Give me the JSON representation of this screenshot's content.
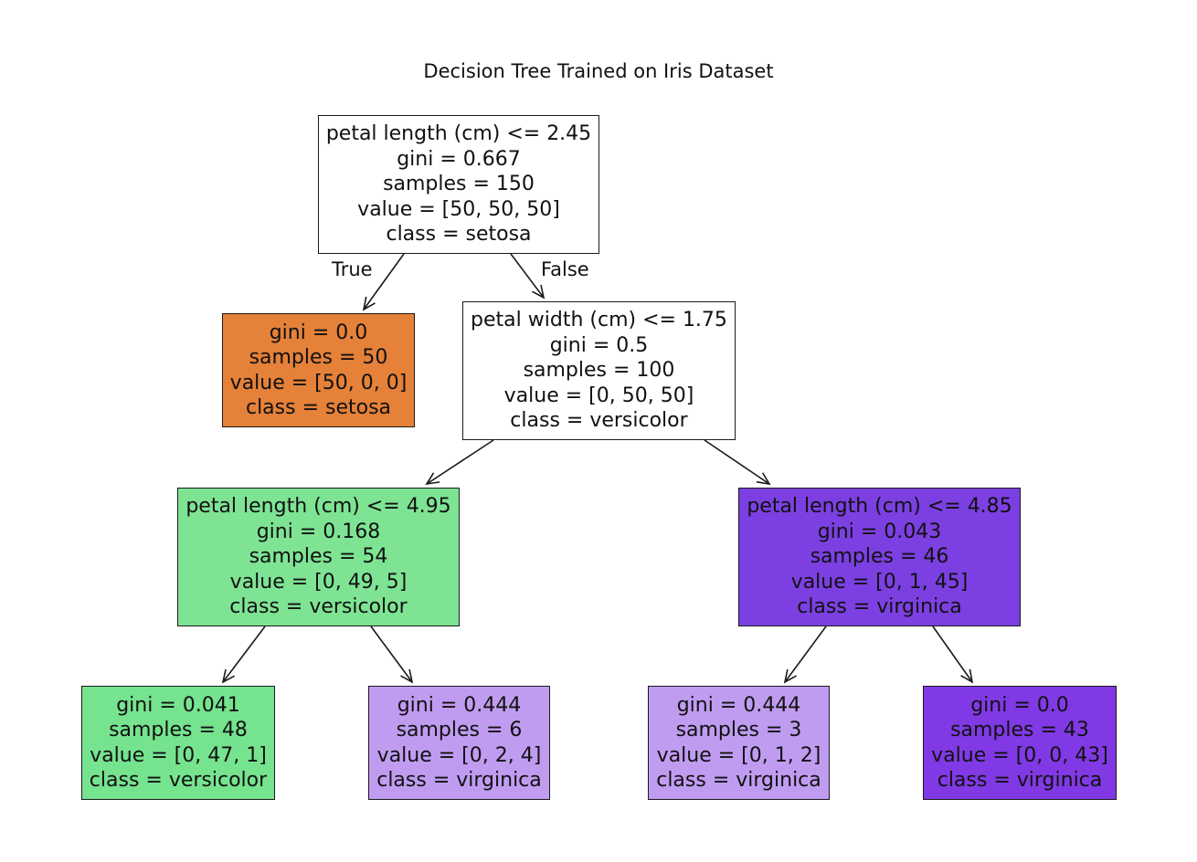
{
  "title": "Decision Tree Trained on Iris Dataset",
  "edge_labels": {
    "true": "True",
    "false": "False"
  },
  "nodes": [
    {
      "split": "petal length (cm) <= 2.45",
      "gini": "gini = 0.667",
      "samples": "samples = 150",
      "value": "value = [50, 50, 50]",
      "class": "class = setosa",
      "fill": "#ffffff"
    },
    {
      "gini": "gini = 0.0",
      "samples": "samples = 50",
      "value": "value = [50, 0, 0]",
      "class": "class = setosa",
      "fill": "#e58139"
    },
    {
      "split": "petal width (cm) <= 1.75",
      "gini": "gini = 0.5",
      "samples": "samples = 100",
      "value": "value = [0, 50, 50]",
      "class": "class = versicolor",
      "fill": "#ffffff"
    },
    {
      "split": "petal length (cm) <= 4.95",
      "gini": "gini = 0.168",
      "samples": "samples = 54",
      "value": "value = [0, 49, 5]",
      "class": "class = versicolor",
      "fill": "#7ee494"
    },
    {
      "split": "petal length (cm) <= 4.85",
      "gini": "gini = 0.043",
      "samples": "samples = 46",
      "value": "value = [0, 1, 45]",
      "class": "class = virginica",
      "fill": "#7c40e2"
    },
    {
      "gini": "gini = 0.041",
      "samples": "samples = 48",
      "value": "value = [0, 47, 1]",
      "class": "class = versicolor",
      "fill": "#76e38f"
    },
    {
      "gini": "gini = 0.444",
      "samples": "samples = 6",
      "value": "value = [0, 2, 4]",
      "class": "class = virginica",
      "fill": "#c09cf1"
    },
    {
      "gini": "gini = 0.444",
      "samples": "samples = 3",
      "value": "value = [0, 1, 2]",
      "class": "class = virginica",
      "fill": "#c09cf1"
    },
    {
      "gini": "gini = 0.0",
      "samples": "samples = 43",
      "value": "value = [0, 0, 43]",
      "class": "class = virginica",
      "fill": "#8139e5"
    }
  ]
}
